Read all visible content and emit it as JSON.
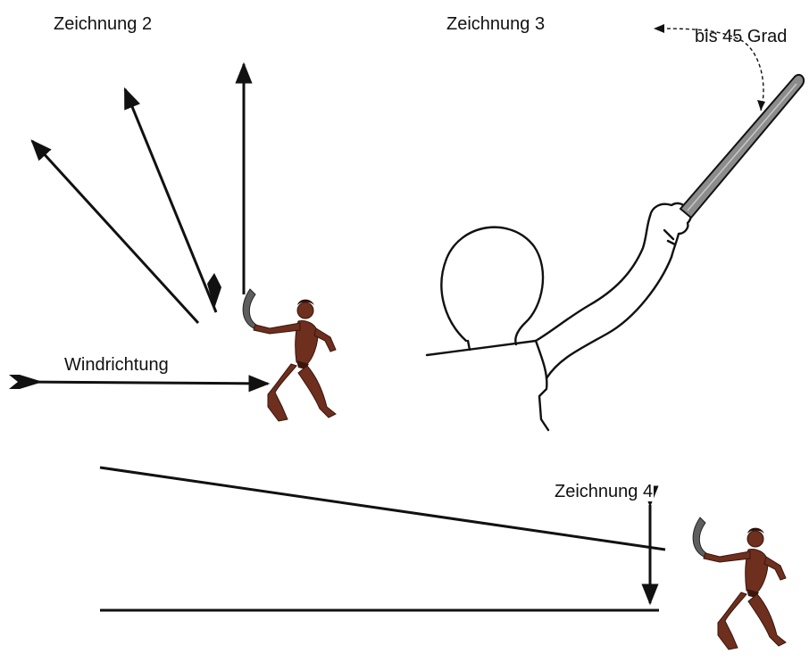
{
  "labels": {
    "drawing_2": "Zeichnung 2",
    "drawing_3": "Zeichnung 3",
    "angle_note": "bis 45 Grad",
    "wind_direction": "Windrichtung",
    "drawing_4": "Zeichnung 4"
  },
  "colors": {
    "line": "#111111",
    "skin": "#6e2f1e",
    "skin_dark": "#3a160d",
    "boomerang": "#6a6a6a",
    "stick": "#8c8c8c"
  },
  "icons": {
    "thrower": "boomerang-thrower-figure",
    "person": "person-outline-figure",
    "stick": "throwing-stick"
  }
}
